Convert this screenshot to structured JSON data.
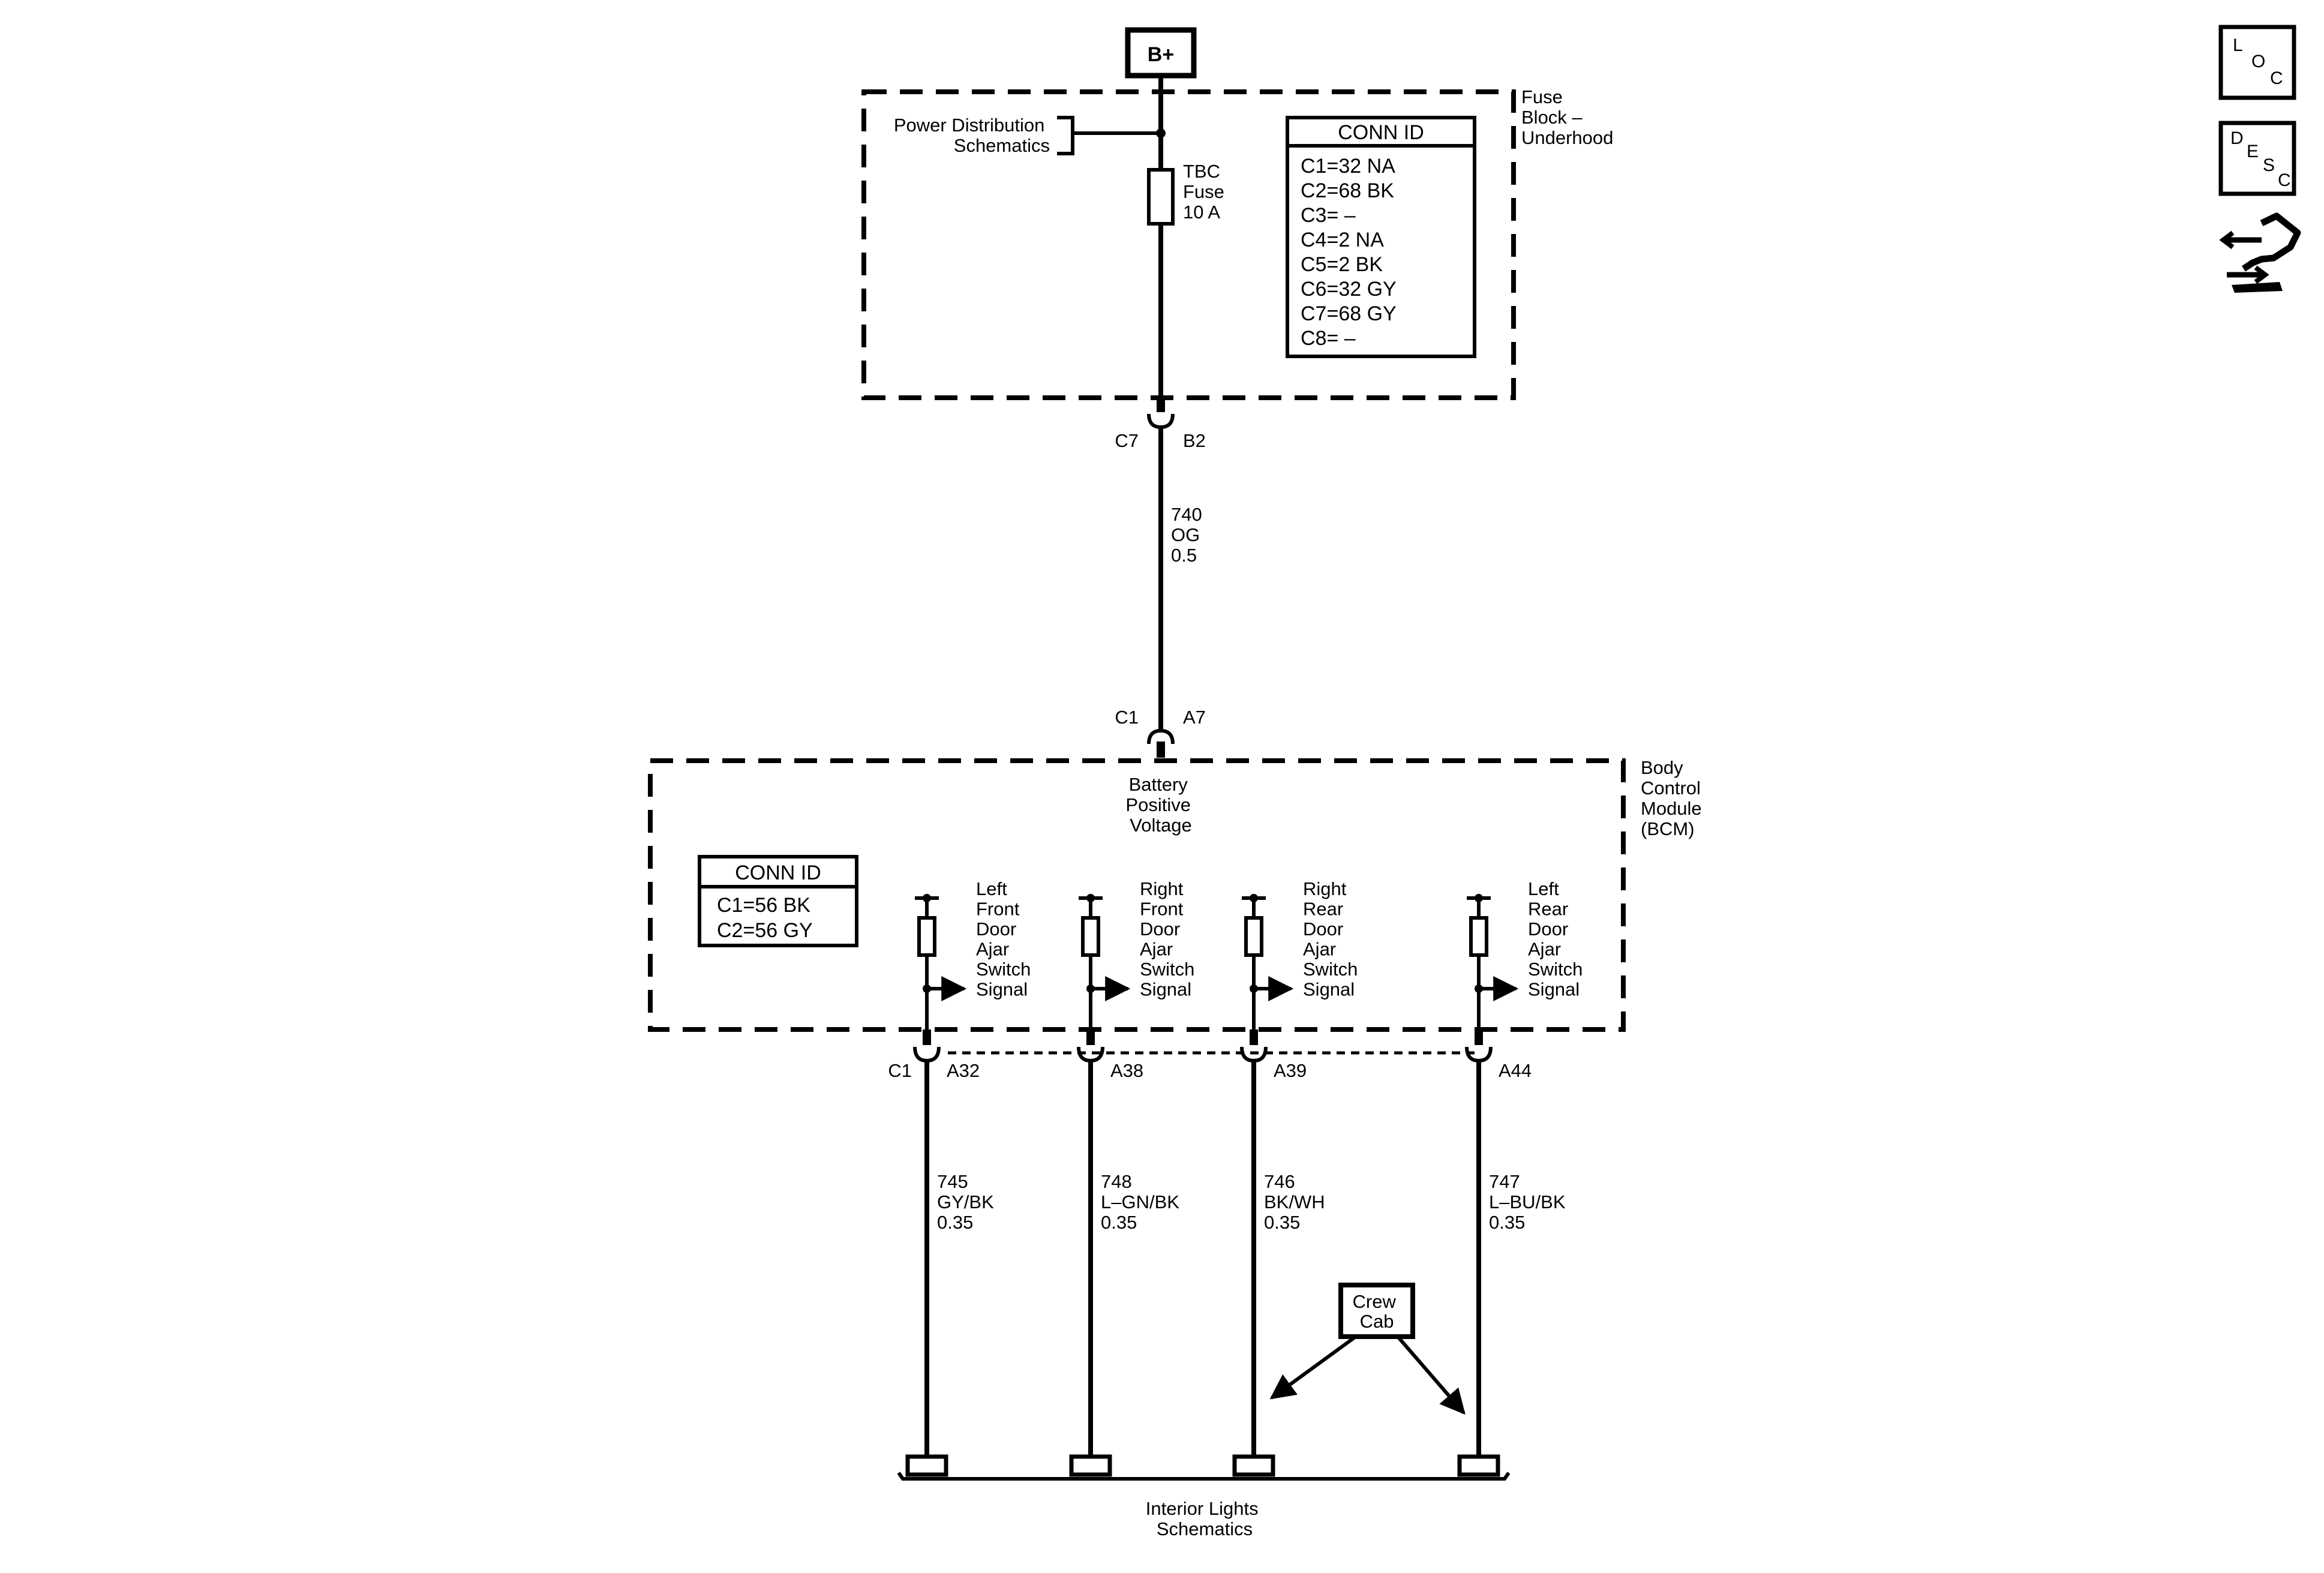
{
  "source": {
    "label": "B+"
  },
  "fuse_block": {
    "name": [
      "Fuse",
      "Block –",
      "Underhood"
    ],
    "power_dist_link": [
      "Power Distribution",
      "Schematics"
    ],
    "fuse": [
      "TBC",
      "Fuse",
      "10 A"
    ],
    "conn_id_title": "CONN ID",
    "conn_ids": [
      "C1=32 NA",
      "C2=68 BK",
      "C3= –",
      "C4=2 NA",
      "C5=2 BK",
      "C6=32 GY",
      "C7=68 GY",
      "C8= –"
    ],
    "out_connector": "C7",
    "out_pin": "B2"
  },
  "feed_wire": {
    "circuit": "740",
    "color": "OG",
    "gauge": "0.5"
  },
  "bcm": {
    "name": [
      "Body",
      "Control",
      "Module",
      "(BCM)"
    ],
    "in_connector": "C1",
    "in_pin": "A7",
    "input_label": [
      "Battery",
      "Positive",
      "Voltage"
    ],
    "conn_id_title": "CONN ID",
    "conn_ids": [
      "C1=56 BK",
      "C2=56 GY"
    ],
    "out_connector": "C1"
  },
  "signals": [
    {
      "label": [
        "Left",
        "Front",
        "Door",
        "Ajar",
        "Switch",
        "Signal"
      ],
      "pin": "A32",
      "circuit": "745",
      "color": "GY/BK",
      "gauge": "0.35"
    },
    {
      "label": [
        "Right",
        "Front",
        "Door",
        "Ajar",
        "Switch",
        "Signal"
      ],
      "pin": "A38",
      "circuit": "748",
      "color": "L–GN/BK",
      "gauge": "0.35"
    },
    {
      "label": [
        "Right",
        "Rear",
        "Door",
        "Ajar",
        "Switch",
        "Signal"
      ],
      "pin": "A39",
      "circuit": "746",
      "color": "BK/WH",
      "gauge": "0.35"
    },
    {
      "label": [
        "Left",
        "Rear",
        "Door",
        "Ajar",
        "Switch",
        "Signal"
      ],
      "pin": "A44",
      "circuit": "747",
      "color": "L–BU/BK",
      "gauge": "0.35"
    }
  ],
  "option_box": [
    "Crew",
    "Cab"
  ],
  "destination": [
    "Interior Lights",
    "Schematics"
  ],
  "side_icons": {
    "loc": [
      "L",
      "O",
      "C"
    ],
    "desc": [
      "D",
      "E",
      "S",
      "C"
    ],
    "connector_icon": "connector-icon"
  }
}
